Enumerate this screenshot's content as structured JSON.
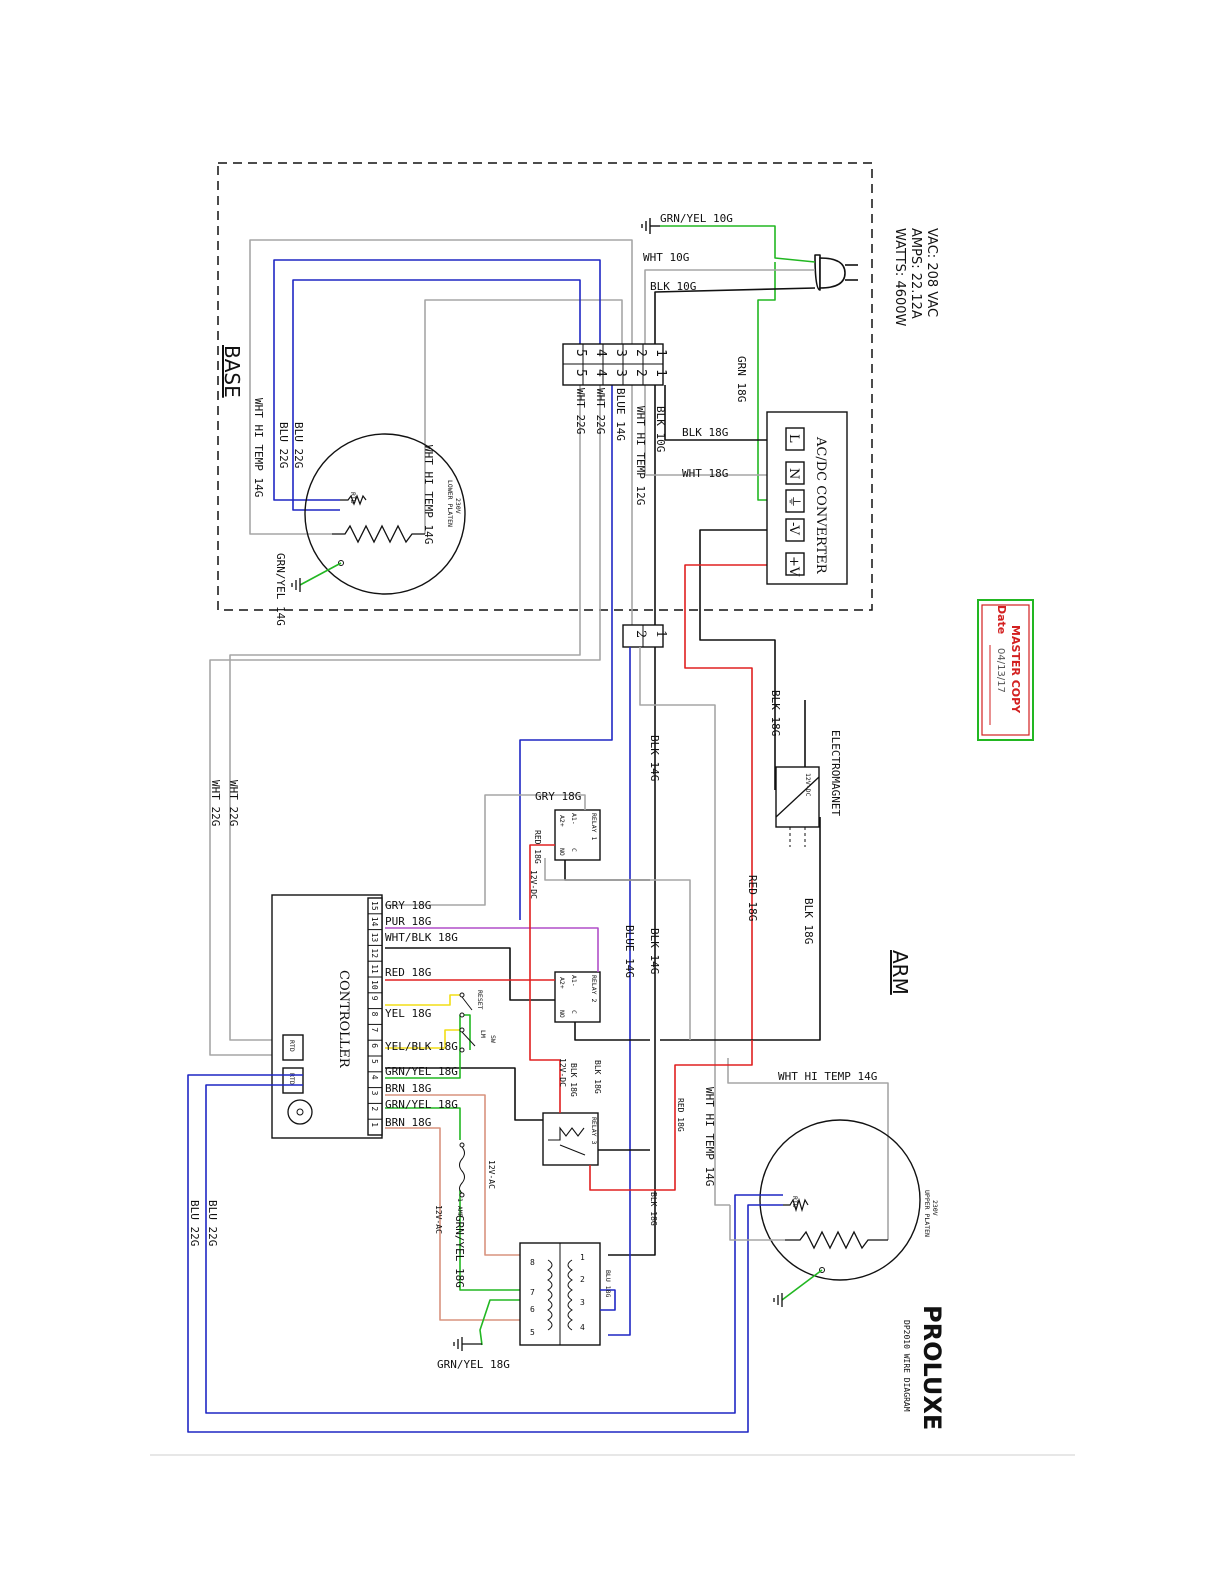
{
  "diagram": {
    "title": "PROLUXE",
    "subtitle": "DP2010 WIRE DIAGRAM",
    "sections": {
      "base": "BASE",
      "arm": "ARM"
    },
    "specs": [
      "VAC: 208 VAC",
      "AMPS: 22.12A",
      "WATTS: 4600W"
    ],
    "stamp": {
      "title": "MASTER COPY",
      "date_label": "Date",
      "date_value": "04/13/17"
    },
    "colors": {
      "green": "#22b722",
      "blue": "#1f27c4",
      "red": "#e02020",
      "gray": "#a6a6a6",
      "black": "#111111",
      "yellow": "#f2dd16",
      "purple": "#b04fc8",
      "brown": "#d8937e"
    },
    "components": {
      "converter": {
        "title": "AC/DC CONVERTER",
        "terminals": [
          "L",
          "N",
          "⏚",
          "-V",
          "+V"
        ]
      },
      "controller": {
        "title": "CONTROLLER",
        "terminals": [
          "15",
          "14",
          "13",
          "12",
          "11",
          "10",
          "9",
          "8",
          "7",
          "6",
          "5",
          "4",
          "3",
          "2",
          "1"
        ],
        "rtd_label": "RTD"
      },
      "electromagnet": {
        "title": "ELECTROMAGNET",
        "label": "12V-DC"
      },
      "relays": [
        "RELAY 1",
        "RELAY 2",
        "RELAY 3"
      ],
      "relay_terminals": {
        "a1": "A1-",
        "a2": "A2+",
        "c": "C",
        "no": "NO"
      },
      "lower_platen": [
        "230V",
        "LOWER PLATEN"
      ],
      "upper_platen": [
        "230V",
        "UPPER PLATEN"
      ],
      "rtd": "RTD",
      "reset": "RESET",
      "limit_switch": [
        "LM",
        "SW"
      ],
      "fuse": "1 AMP",
      "terminal_block_base": [
        "1",
        "1",
        "2",
        "2",
        "3",
        "3",
        "4",
        "4",
        "5",
        "5"
      ],
      "terminal_block_arm": [
        "1",
        "2"
      ],
      "transformer_pins": [
        "1",
        "2",
        "3",
        "4",
        "8",
        "7",
        "6",
        "5"
      ]
    },
    "labels": {
      "grn_yel_10g": "GRN/YEL 10G",
      "wht_10g": "WHT 10G",
      "blk_10g": "BLK 10G",
      "grn_18g": "GRN 18G",
      "blk_18g": "BLK 18G",
      "wht_18g": "WHT 18G",
      "blk_10g_v": "BLK 10G",
      "wht_hi_temp_12g": "WHT HI TEMP 12G",
      "blue_14g": "BLUE 14G",
      "wht_22g": "WHT 22G",
      "wht_22g_b": "WHT 22G",
      "blu_22g": "BLU 22G",
      "blu_22g_b": "BLU 22G",
      "wht_hi_temp_14g": "WHT HI TEMP 14G",
      "wht_hi_temp_14g_b": "WHT HI TEMP 14G",
      "grn_yel_14g": "GRN/YEL 14G",
      "blk_18g_em": "BLK 18G",
      "blk_14g": "BLK 14G",
      "gry_18g": "GRY 18G",
      "red_18g_v": "RED 18G",
      "red_18g_v2": "RED 18G",
      "v12_dc": "12V-DC",
      "v12_dc_b": "12V-DC",
      "blk_18g_r": "BLK 18G",
      "blue_14g_arm": "BLUE 14G",
      "blk_14g_b": "BLK 14G",
      "wht_hi_temp_14g_arm": "WHT HI TEMP 14G",
      "wht_hi_temp_14g_top": "WHT HI TEMP 14G",
      "red_18g_arm": "RED 18G",
      "blk_18g_relay3": "BLK 18G",
      "blk_18g_bot": "BLK 18G",
      "blu_18g": "BLU 18G",
      "blk_18g_arm": "BLK 18G",
      "c_gry": "GRY 18G",
      "c_pur": "PUR 18G",
      "c_whtblk": "WHT/BLK 18G",
      "c_red": "RED 18G",
      "c_yel": "YEL 18G",
      "c_yelblk": "YEL/BLK 18G",
      "c_grnyel": "GRN/YEL 18G",
      "c_brn": "BRN 18G",
      "c_grnyel2": "GRN/YEL 18G",
      "c_brn2": "BRN 18G",
      "v12_ac": "12V-AC",
      "v12_ac_b": "12V-AC",
      "grn_yel_18g_t": "GRN/YEL 18G",
      "grn_yel_18g_gnd": "GRN/YEL 18G",
      "wht_22g_c": "WHT 22G",
      "wht_22g_c2": "WHT 22G",
      "blu_22g_c": "BLU 22G",
      "blu_22g_c2": "BLU 22G"
    }
  }
}
